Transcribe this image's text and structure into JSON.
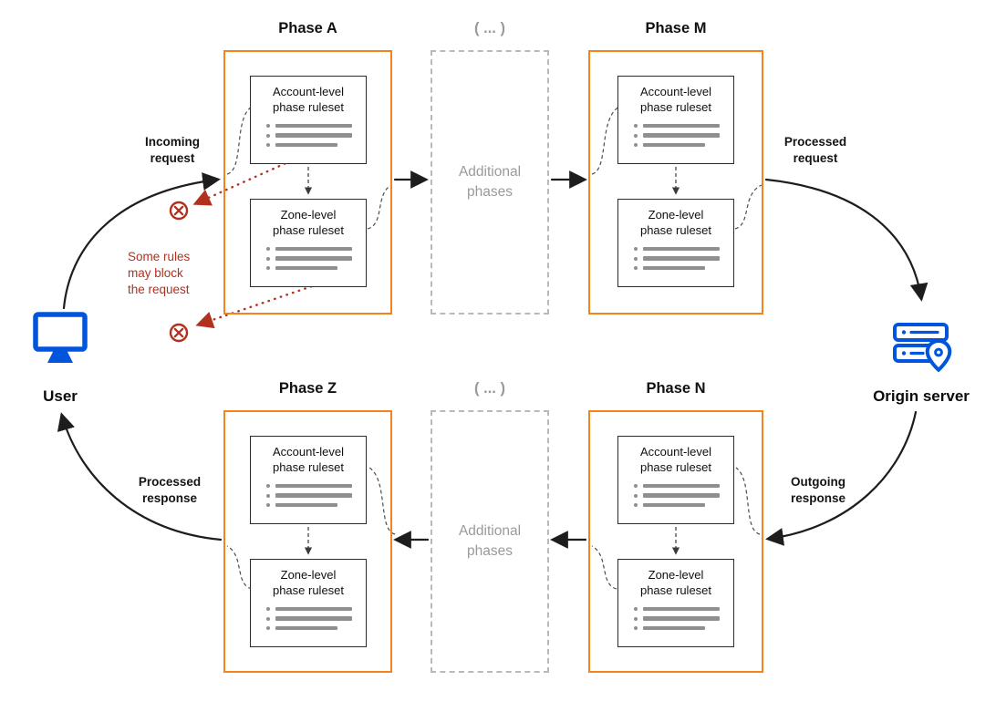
{
  "colors": {
    "orange": "#f6821f",
    "blue": "#0055dc",
    "red": "#b3301e",
    "gray": "#9a9a9a",
    "dark": "#1d1d1d",
    "bar": "#8f8f8f"
  },
  "titles": {
    "phase_a": "Phase A",
    "phase_m": "Phase M",
    "phase_z": "Phase Z",
    "phase_n": "Phase N",
    "ellipsis": "( ... )",
    "additional": "Additional\nphases"
  },
  "rulesets": {
    "account": "Account-level\nphase ruleset",
    "zone": "Zone-level\nphase ruleset"
  },
  "actors": {
    "user": "User",
    "origin": "Origin server"
  },
  "flow_labels": {
    "incoming_request": "Incoming\nrequest",
    "processed_request": "Processed\nrequest",
    "outgoing_response": "Outgoing\nresponse",
    "processed_response": "Processed\nresponse"
  },
  "block_note": "Some rules\nmay block\nthe request",
  "icons": {
    "user": "monitor-icon",
    "origin": "server-with-location-pin-icon",
    "block": "circle-x-icon"
  }
}
